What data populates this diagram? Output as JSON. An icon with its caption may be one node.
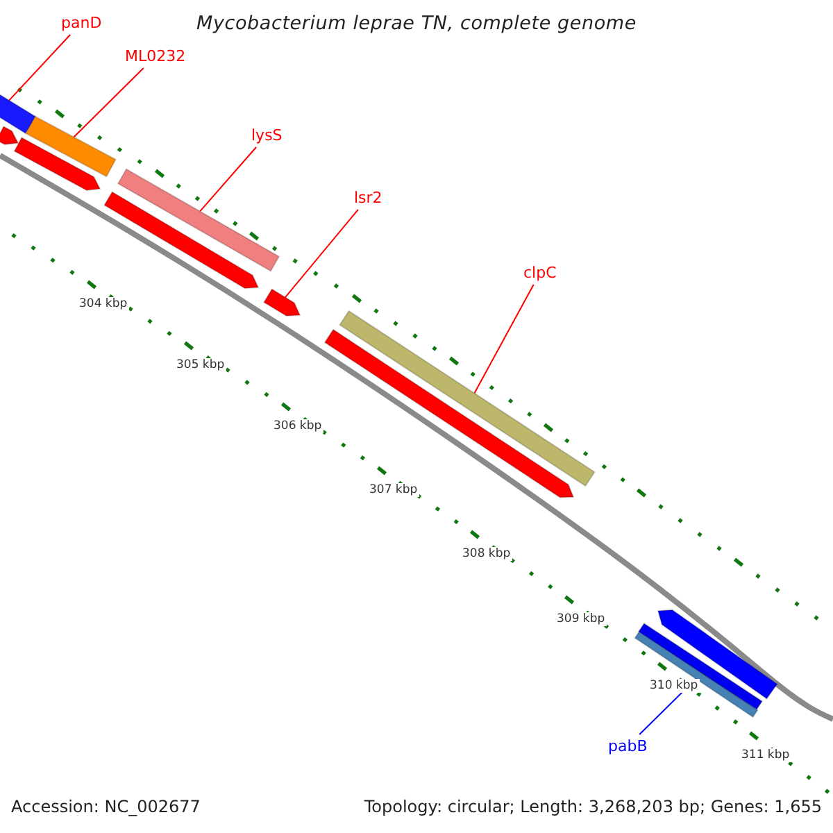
{
  "diagram": {
    "title": "Mycobacterium leprae TN, complete genome",
    "nodes": [
      {
        "text": [
          "panD"
        ]
      },
      {
        "text": [],
        "shape": "bar"
      },
      {
        "text": [
          "ML0232"
        ]
      },
      {
        "text": [],
        "shape": "bar"
      },
      {
        "text": [
          "lysS"
        ]
      },
      {
        "text": [],
        "shape": "bar"
      },
      {
        "text": [
          "lsr2"
        ]
      },
      {
        "text": [],
        "shape": "bar"
      },
      {
        "text": [
          "clpC"
        ]
      },
      {
        "text": [],
        "shape": "bar"
      },
      {
        "text": [
          "pabB"
        ]
      },
      {
        "text": [],
        "shape": "bar"
      },
      {
        "text": [],
        "shape": "bar"
      },
      {
        "text": [],
        "shape": "bar"
      },
      {
        "text": [],
        "shape": "bar"
      },
      {
        "text": [],
        "shape": "bar"
      },
      {
        "text": [],
        "shape": "bar"
      },
      {
        "text": [],
        "shape": "bar"
      }
    ],
    "edges": [
      {
        "from": 0,
        "to": 1,
        "arrow": "none"
      },
      {
        "from": 2,
        "to": 3,
        "arrow": "none"
      },
      {
        "from": 4,
        "to": 5,
        "arrow": "none"
      },
      {
        "from": 6,
        "to": 7,
        "arrow": "none"
      },
      {
        "from": 8,
        "to": 9,
        "arrow": "none"
      },
      {
        "from": 10,
        "to": 11,
        "arrow": "none",
        "color": "#0000ff"
      }
    ],
    "labels": [
      "304 kbp",
      "305 kbp",
      "306 kbp",
      "307 kbp",
      "308 kbp",
      "309 kbp",
      "310 kbp",
      "311 kbp",
      "Accession: NC_002677",
      "Topology: circular; Length: 3,268,203 bp; Genes: 1,655"
    ]
  }
}
